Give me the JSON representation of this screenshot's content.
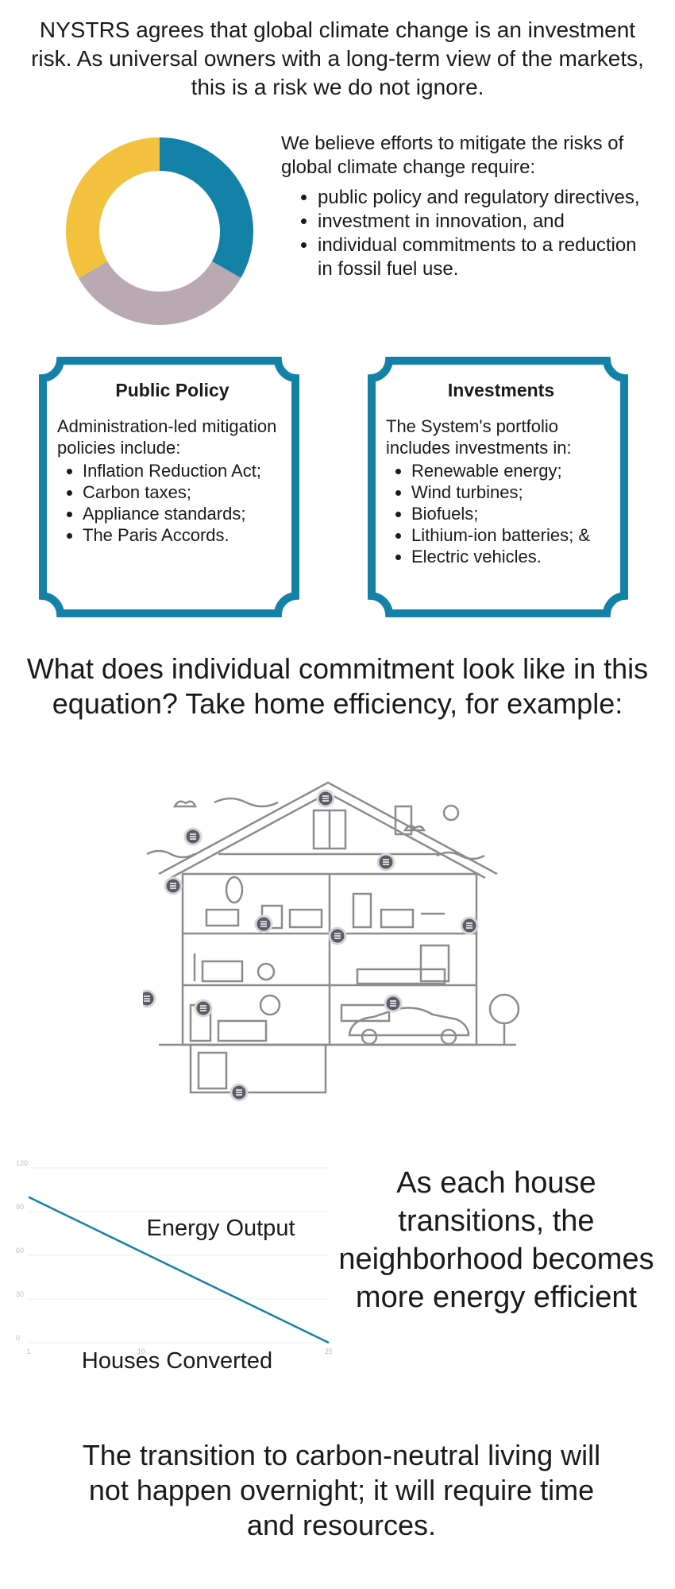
{
  "intro": {
    "text": "NYSTRS agrees that global climate change is an investment risk. As universal owners with a long-term view of the markets, this is a risk we do not ignore."
  },
  "donut": {
    "segments": [
      {
        "color": "#1482a6",
        "fraction": 0.333
      },
      {
        "color": "#b8a9b2",
        "fraction": 0.333
      },
      {
        "color": "#f2c13d",
        "fraction": 0.334
      }
    ]
  },
  "beliefs": {
    "lead": "We believe efforts to mitigate the risks of global climate change require:",
    "items": [
      "public policy and regulatory directives,",
      "investment in innovation, and",
      "individual commitments to a reduction in fossil fuel use."
    ]
  },
  "policy": {
    "title": "Public Policy",
    "intro": "Administration-led mitigation policies include:",
    "items": [
      "Inflation Reduction Act;",
      "Carbon taxes;",
      "Appliance standards;",
      "The Paris Accords."
    ]
  },
  "investments": {
    "title": "Investments",
    "intro": "The System's portfolio includes investments in:",
    "items": [
      "Renewable energy;",
      "Wind turbines;",
      "Biofuels;",
      "Lithium-ion batteries; &",
      "Electric vehicles."
    ]
  },
  "question": {
    "text": "What does individual commitment look like in this equation? Take home efficiency, for example:"
  },
  "house": {
    "hotspot_icon": "menu-icon"
  },
  "chart_data": {
    "type": "line",
    "x": [
      1,
      25
    ],
    "series": [
      {
        "values": [
          100,
          0
        ]
      }
    ],
    "xticks": [
      "1",
      "10",
      "25"
    ],
    "yticks": [
      "0",
      "30",
      "60",
      "90",
      "120"
    ],
    "ylim": [
      0,
      120
    ],
    "xlim": [
      1,
      25
    ],
    "ylabel": "Energy Output",
    "xlabel": "Houses Converted",
    "line_color": "#1482a6",
    "grid": true
  },
  "chart_caption": {
    "text": "As each house transitions, the neighborhood becomes more energy efficient"
  },
  "closing": {
    "text": "The transition to carbon-neutral living will not happen overnight; it will require time and resources."
  },
  "colors": {
    "accent": "#1482a6",
    "yellow": "#f2c13d",
    "mauve": "#b8a9b2"
  }
}
